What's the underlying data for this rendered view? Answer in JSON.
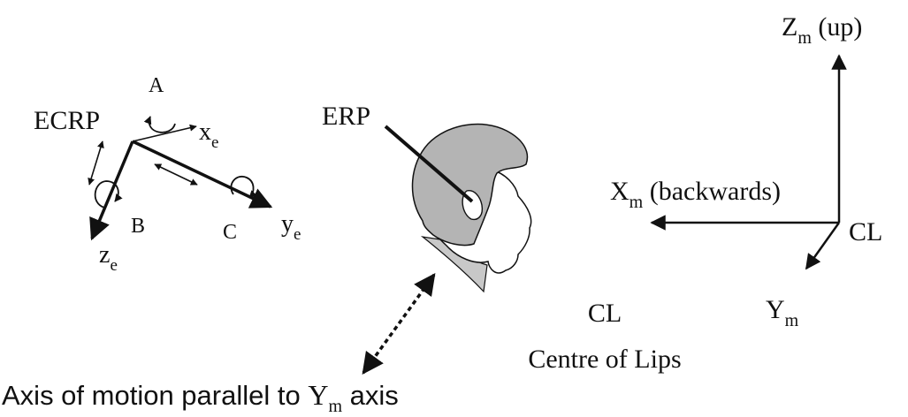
{
  "ecrp": {
    "label": "ECRP",
    "rot_a": "A",
    "rot_b": "B",
    "rot_c": "C",
    "x_axis": {
      "base": "x",
      "sub": "e"
    },
    "y_axis": {
      "base": "y",
      "sub": "e"
    },
    "z_axis": {
      "base": "z",
      "sub": "e"
    }
  },
  "erp": {
    "label": "ERP"
  },
  "model_frame": {
    "z_axis": {
      "base": "Z",
      "sub": "m",
      "suffix": " (up)"
    },
    "x_axis": {
      "base": "X",
      "sub": "m",
      "suffix": " (backwards)"
    },
    "y_axis": {
      "base": "Y",
      "sub": "m"
    },
    "origin_label": "CL"
  },
  "cl_legend": {
    "abbr": "CL",
    "full": "Centre of Lips"
  },
  "caption": {
    "prefix": "Axis of motion parallel to ",
    "base": "Y",
    "sub": "m",
    "suffix": " axis"
  },
  "colors": {
    "ink": "#111111",
    "hair": "#b4b4b4",
    "face": "#ffffff",
    "collar": "#c8c8c8"
  }
}
